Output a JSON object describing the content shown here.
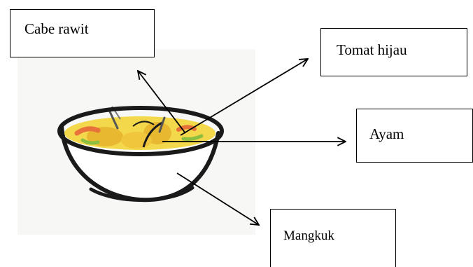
{
  "labels": {
    "cabe_rawit": "Cabe rawit",
    "tomat_hijau": "Tomat hijau",
    "ayam": "Ayam",
    "mangkuk": "Mangkuk"
  },
  "colors": {
    "soup": "#f2d84a",
    "soup_dark": "#e8b830",
    "chili": "#e8733a",
    "green_tomato": "#8cbf3f",
    "outline": "#1a1a1a",
    "bowl_inner": "#ffffff"
  }
}
